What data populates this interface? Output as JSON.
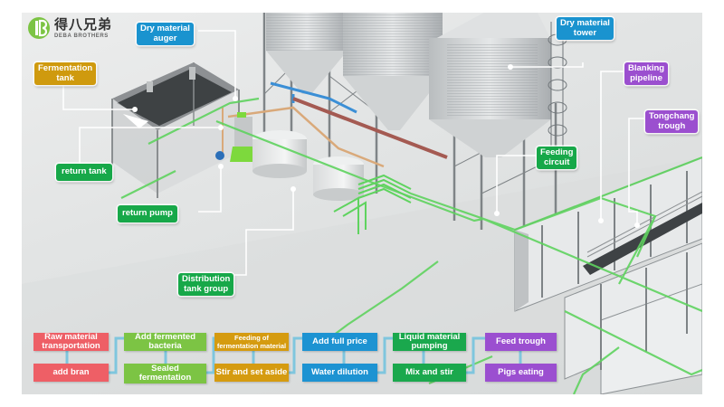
{
  "brand": {
    "name_cn": "得八兄弟",
    "name_en": "DEBA BROTHERS",
    "color": "#7cc444"
  },
  "callouts": [
    {
      "id": "dry-material-auger",
      "label": "Dry material\nauger",
      "color": "#1a93cf"
    },
    {
      "id": "fermentation-tank",
      "label": "Fermentation\ntank",
      "color": "#cf9a0e"
    },
    {
      "id": "dry-material-tower",
      "label": "Dry material\ntower",
      "color": "#1a93cf"
    },
    {
      "id": "blanking-pipeline",
      "label": "Blanking\npipeline",
      "color": "#9b4fcf"
    },
    {
      "id": "tongchang-trough",
      "label": "Tongchang\ntrough",
      "color": "#9b4fcf"
    },
    {
      "id": "feeding-circuit",
      "label": "Feeding\ncircuit",
      "color": "#17a849"
    },
    {
      "id": "return-tank",
      "label": "return tank",
      "color": "#17a849"
    },
    {
      "id": "return-pump",
      "label": "return pump",
      "color": "#17a849"
    },
    {
      "id": "distribution-tank-group",
      "label": "Distribution\ntank group",
      "color": "#17a849"
    }
  ],
  "process_flow": {
    "columns": [
      {
        "color": "#ee5f66",
        "top": "Raw material\ntransportation",
        "bottom": "add bran"
      },
      {
        "color": "#7cc444",
        "top": "Add fermented\nbacteria",
        "bottom": "Sealed\nfermentation"
      },
      {
        "color": "#d59b10",
        "top": "Feeding of\nfermentation material",
        "bottom": "Stir and set aside"
      },
      {
        "color": "#1d93d2",
        "top": "Add full price",
        "bottom": "Water dilution"
      },
      {
        "color": "#1aa84d",
        "top": "Liquid material\npumping",
        "bottom": "Mix and stir"
      },
      {
        "color": "#9b4fd0",
        "top": "Feed trough",
        "bottom": "Pigs eating"
      }
    ],
    "connector_color": "#7fc6de"
  },
  "pipe_colors": {
    "feeding_circuit": "#5fd35f",
    "dry_feed_blue": "#3b8fd6",
    "dry_feed_red": "#a45a52",
    "return_line": "#d9a97a"
  }
}
